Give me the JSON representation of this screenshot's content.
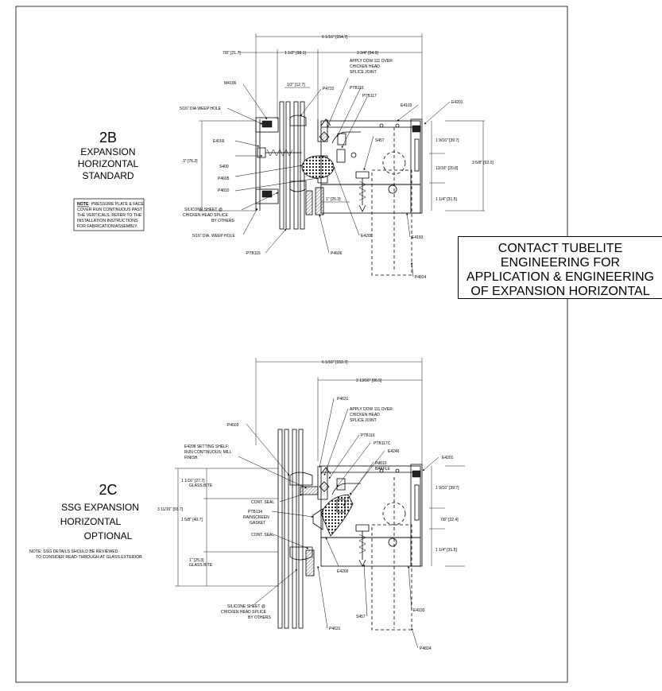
{
  "detail_2b": {
    "id": "2B",
    "title_lines": [
      "EXPANSION",
      "HORIZONTAL",
      "STANDARD"
    ],
    "note_label": "NOTE",
    "note_lines": [
      ": PRESSURE PLATE & FACE",
      "COVER RUN CONTINUOUS PAST",
      "THE VERTICALS.  REFER TO THE",
      "INSTALLATION INSTRUCTIONS",
      "FOR FABRICATION/ASSEMBLY."
    ],
    "dims": {
      "overall": "6 1/16\" [154.7]",
      "d1": "7/8\" [21.7]",
      "d2": "1 1/2\" [38.1]",
      "d3": "3 3/4\" [94.9]",
      "d4": "1/2\" [12.7]",
      "left_height": "3\" [76.2]",
      "r1": "1 9/16\" [39.7]",
      "r2": "13/16\" [20.8]",
      "r3": "1 1/4\" [31.5]",
      "right_height": "3 5/8\" [92.0]",
      "inner": "1\" [25.3]"
    },
    "callouts": {
      "m4106": "M4106",
      "p4722": "P4722",
      "weep_top": "5/16\" DIA WEEP HOLE",
      "e4166": "E4166",
      "s5400": "S400",
      "p4605": "P4605",
      "p4810": "P4810",
      "silicone": [
        "SILICONE SHEET @",
        "CHICKEN HEAD SPLICE",
        "BY OTHERS"
      ],
      "weep_bot": "5/16\" DIA. WEEP HOLE",
      "ptb115": "PTB115",
      "p4606": "P4606",
      "dow": [
        "APPLY DOW 111 OVER",
        "CHICKEN HEAD",
        "SPLICE JOINT"
      ],
      "ptb116": "PTB116",
      "ptb117": "PTB117",
      "e4103": "E4103",
      "e4201": "E4201",
      "s457": "S457",
      "e4200": "E4200",
      "e4193": "E4193",
      "p4824": "P4824"
    }
  },
  "detail_2c": {
    "id": "2C",
    "title_lines": [
      "SSG EXPANSION",
      "HORIZONTAL",
      "OPTIONAL"
    ],
    "note_lines": [
      "NOTE: SSG DETAILS SHOULD BE REVIEWED",
      "TO CONSIDER READ-THROUGH AT GLASS EXTERIOR"
    ],
    "dims": {
      "overall": "6 1/16\" [153.7]",
      "d1": "3 13/16\" [96.5]",
      "l1": "1 1/16\" [27.7]",
      "l1b": "GLASS BITE",
      "l2": "1 5/8\" [40.7]",
      "l3": "1\" [25.3]",
      "l3b": "GLASS BITE",
      "left_height": "3 11/16\" [93.7]",
      "r1": "1 9/16\" [39.7]",
      "r2": "7/8\" [22.4]",
      "r3": "1 1/4\" [31.5]"
    },
    "callouts": {
      "p4631_top": "P4631",
      "dow": [
        "APPLY DOW 111 OVER",
        "CHICKEN HEAD",
        "SPLICE JOINT"
      ],
      "p4603": "P4603",
      "ptb116": "PTB116",
      "ptb117c": "PTB117C",
      "e4246": "E4246",
      "e4201": "E4201",
      "e4208": [
        "E4208 SETTING SHELF;",
        "RUN CONTINUOUS; MILL",
        "FINISH."
      ],
      "p4810": "P4810",
      "baffle": "BAFFLE",
      "seal_top": "CONT. SEAL",
      "ptb134": [
        "PTB134",
        "RAINSCREEN",
        "GASKET"
      ],
      "seal_bot": "CONT. SEAL",
      "e4200": "E4200",
      "s457": "S457",
      "e4193": "E4193",
      "p4824": "P4824",
      "silicone": [
        "SILICONE SHEET @",
        "CHICKEN HEAD SPLICE",
        "BY OTHERS"
      ],
      "p4631_bot": "P4631"
    }
  },
  "contact_box": {
    "lines": [
      "CONTACT TUBELITE",
      "ENGINEERING FOR",
      "APPLICATION & ENGINEERING",
      "OF EXPANSION HORIZONTAL"
    ]
  }
}
